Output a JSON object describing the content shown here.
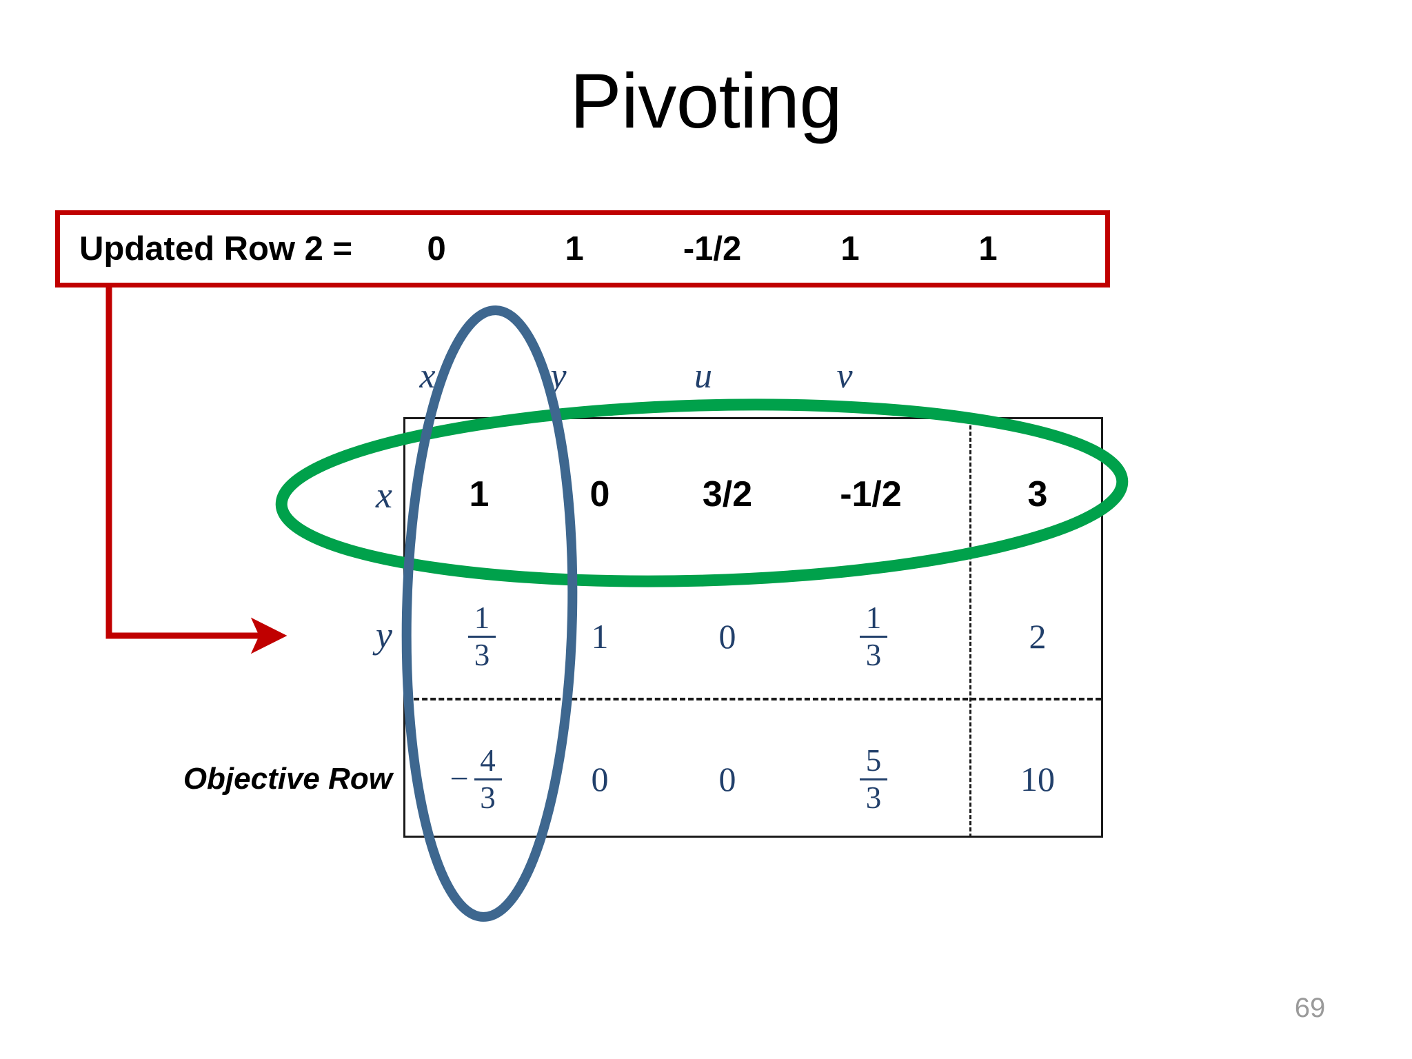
{
  "slide": {
    "title": "Pivoting",
    "page_number": "69"
  },
  "callout": {
    "label": "Updated Row 2 =",
    "values": [
      "0",
      "1",
      "-1/2",
      "1",
      "1"
    ],
    "border_color": "#C00000"
  },
  "annotations": {
    "green_ellipse_color": "#00A14B",
    "blue_ellipse_color": "#3E678F",
    "arrow_color": "#C00000",
    "green_ellipse_name": "pivot-row-highlight",
    "blue_ellipse_name": "pivot-column-highlight"
  },
  "tableau": {
    "column_headers": [
      "x",
      "y",
      "u",
      "v"
    ],
    "row_labels": [
      "x",
      "y",
      "Objective Row"
    ],
    "rows": [
      {
        "label": "x",
        "style": "bold",
        "cells": [
          {
            "kind": "plain",
            "text": "1"
          },
          {
            "kind": "plain",
            "text": "0"
          },
          {
            "kind": "plain",
            "text": "3/2"
          },
          {
            "kind": "plain",
            "text": "-1/2"
          }
        ],
        "rhs": {
          "kind": "plain",
          "text": "3"
        }
      },
      {
        "label": "y",
        "style": "thin",
        "cells": [
          {
            "kind": "frac",
            "sign": "",
            "num": "1",
            "den": "3"
          },
          {
            "kind": "thin",
            "text": "1"
          },
          {
            "kind": "thin",
            "text": "0"
          },
          {
            "kind": "frac",
            "sign": "",
            "num": "1",
            "den": "3"
          }
        ],
        "rhs": {
          "kind": "thin",
          "text": "2"
        }
      },
      {
        "label": "Objective Row",
        "style": "thin",
        "cells": [
          {
            "kind": "frac",
            "sign": "−",
            "num": "4",
            "den": "3"
          },
          {
            "kind": "thin",
            "text": "0"
          },
          {
            "kind": "thin",
            "text": "0"
          },
          {
            "kind": "frac",
            "sign": "",
            "num": "5",
            "den": "3"
          }
        ],
        "rhs": {
          "kind": "thin",
          "text": "10"
        }
      }
    ]
  }
}
